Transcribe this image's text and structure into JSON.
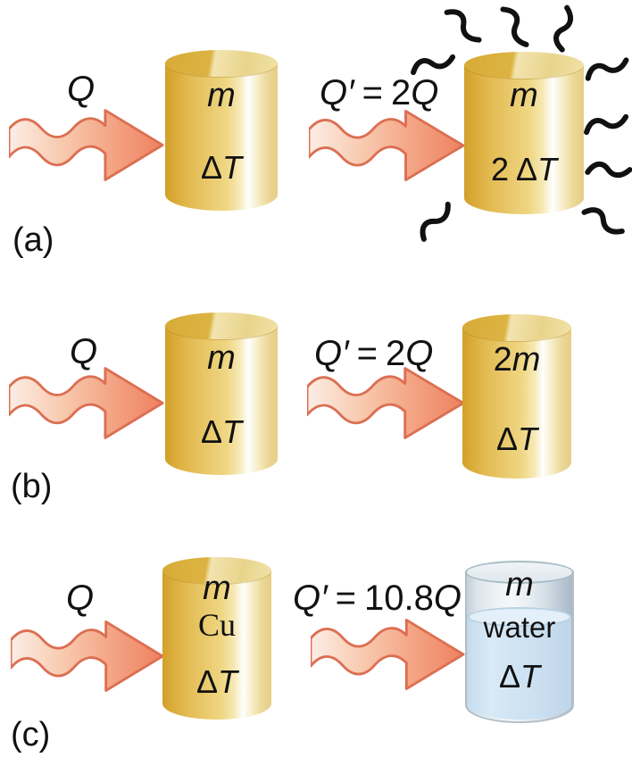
{
  "colors": {
    "background": "#ffffff",
    "arrow_fill_light": "#fceee6",
    "arrow_fill_dark": "#ee8260",
    "arrow_outline": "#dc6f52",
    "cylinder_gold_dark": "#d2a02b",
    "cylinder_gold_light": "#f0d998",
    "cylinder_highlight": "#ffffff",
    "glass_gray": "#dfe8ee",
    "water_blue": "#cfe3f2",
    "heat_wave_black": "#111111",
    "text_black": "#111111"
  },
  "panels": [
    {
      "letter": "(a)",
      "left": {
        "heat_in": "Q",
        "object": "gold-cylinder",
        "mass": "m",
        "temp_delta": "Δ",
        "temp_t": "T"
      },
      "right": {
        "heat_q": "Q′",
        "heat_eq": "=",
        "heat_coef": "2",
        "heat_q2": "Q",
        "object": "gold-cylinder",
        "mass": "m",
        "temp_coef": "2",
        "temp_delta": "Δ",
        "temp_t": "T",
        "heat_wave_count": 9
      }
    },
    {
      "letter": "(b)",
      "left": {
        "heat_in": "Q",
        "object": "gold-cylinder",
        "mass": "m",
        "temp_delta": "Δ",
        "temp_t": "T"
      },
      "right": {
        "heat_q": "Q′",
        "heat_eq": "=",
        "heat_coef": "2",
        "heat_q2": "Q",
        "object": "gold-cylinder",
        "mass_coef": "2",
        "mass": "m",
        "temp_delta": "Δ",
        "temp_t": "T"
      }
    },
    {
      "letter": "(c)",
      "left": {
        "heat_in": "Q",
        "object": "gold-cylinder",
        "mass": "m",
        "material": "Cu",
        "temp_delta": "Δ",
        "temp_t": "T"
      },
      "right": {
        "heat_q": "Q′",
        "heat_eq": "=",
        "heat_coef": "10.8",
        "heat_q2": "Q",
        "object": "beaker-of-water",
        "mass": "m",
        "material": "water",
        "temp_delta": "Δ",
        "temp_t": "T"
      }
    }
  ]
}
